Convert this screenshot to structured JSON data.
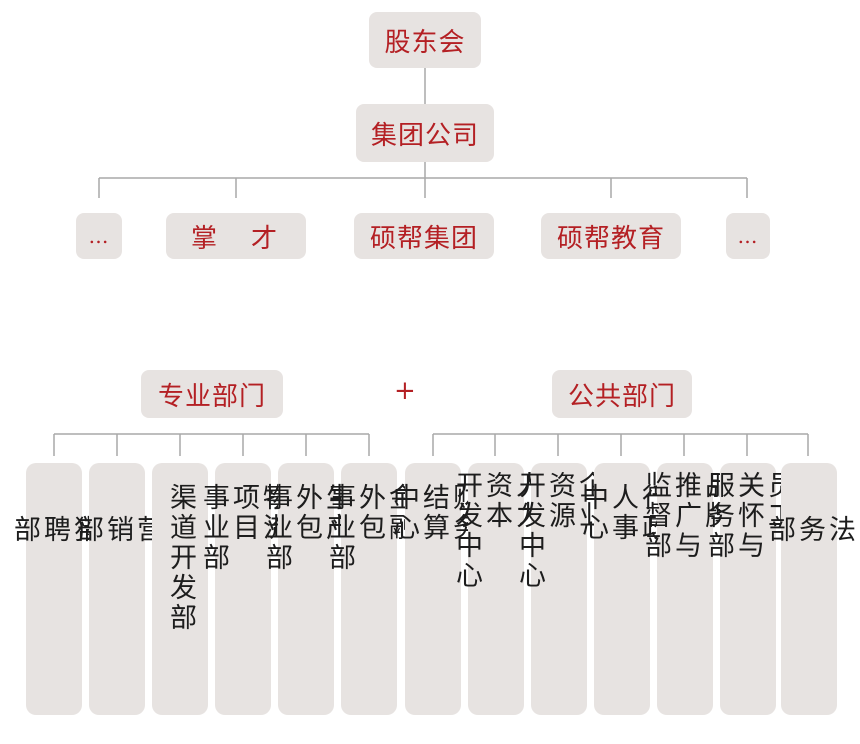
{
  "top": {
    "shareholders": "股东会",
    "group": "集团公司"
  },
  "companies": [
    "…",
    "掌　才",
    "硕帮集团",
    "硕帮教育",
    "…"
  ],
  "categories": {
    "professional": "专业部门",
    "plus": "+",
    "public": "公共部门"
  },
  "professional_departments": [
    "猎\n聘\n部",
    "营\n销\n部",
    "渠道开发部",
    "物流\n项目\n事业部",
    "生产\n外包\n事业部",
    "金融\n外包\n事业部"
  ],
  "public_departments": [
    "财务\n结算\n中心",
    "人力\n资本\n开发中心",
    "企业\n资源\n开发中心",
    "行政\n人事\n中心",
    "品牌\n推广与\n监督部",
    "员工\n关怀与\n服务部",
    "法\n务\n部"
  ],
  "colors": {
    "accent_red": "#b42024",
    "box_fill": "#e7e3e1",
    "connector": "#a8a8a8"
  }
}
